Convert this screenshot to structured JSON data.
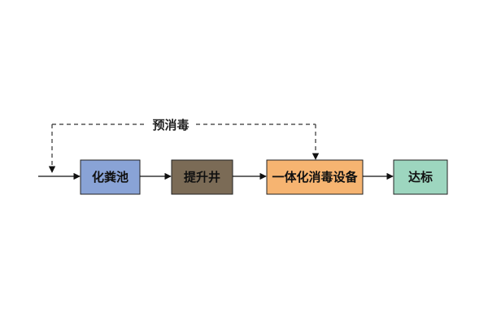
{
  "diagram": {
    "bypass_label": "预消毒",
    "nodes": [
      {
        "id": "septic-tank",
        "label": "化粪池",
        "color": "#89a3d6"
      },
      {
        "id": "lift-well",
        "label": "提升井",
        "color": "#7b6b56"
      },
      {
        "id": "disinfection-unit",
        "label": "一体化消毒设备",
        "color": "#f6b471"
      },
      {
        "id": "compliant",
        "label": "达标",
        "color": "#9dd6bf"
      }
    ],
    "colors": {
      "arrow": "#111111",
      "dashed": "#333333",
      "box_border": "#222222"
    }
  }
}
